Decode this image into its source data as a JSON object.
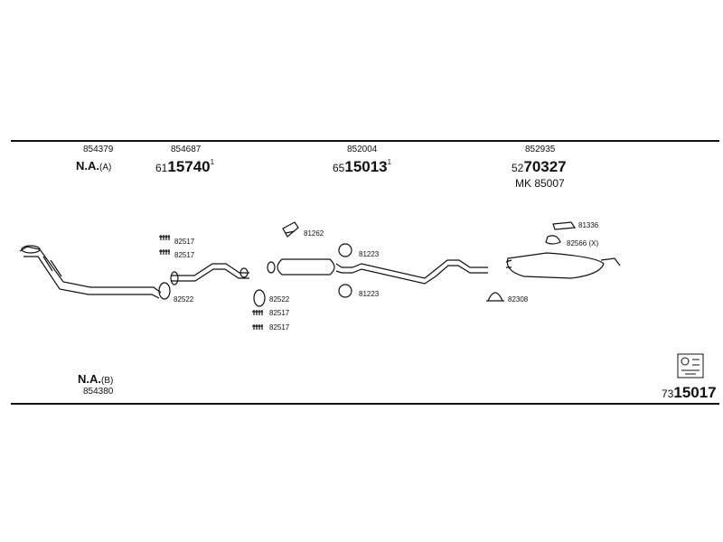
{
  "columns": [
    {
      "ref": "854379",
      "code": "N.A.",
      "code_suffix": "(A)"
    },
    {
      "ref": "854687",
      "prefix": "61",
      "number": "15740",
      "sup": "1"
    },
    {
      "ref": "852004",
      "prefix": "65",
      "number": "15013",
      "sup": "1"
    },
    {
      "ref": "852935",
      "prefix": "52",
      "number": "70327",
      "extra": "MK  85007"
    }
  ],
  "bottom_left": {
    "code": "N.A.",
    "code_suffix": "(B)",
    "ref": "854380"
  },
  "bottom_right": {
    "prefix": "73",
    "number": "15017"
  },
  "labels": {
    "clamp_82517_a": "82517",
    "clamp_82517_b": "82517",
    "gasket_82522_a": "82522",
    "gasket_82522_b": "82522",
    "clamp_82517_c": "82517",
    "clamp_82517_d": "82517",
    "hanger_81262": "81262",
    "ring_81223_a": "81223",
    "ring_81223_b": "81223",
    "bracket_81336": "81336",
    "part_82566": "82566 (X)",
    "clamp_82308": "82308"
  }
}
